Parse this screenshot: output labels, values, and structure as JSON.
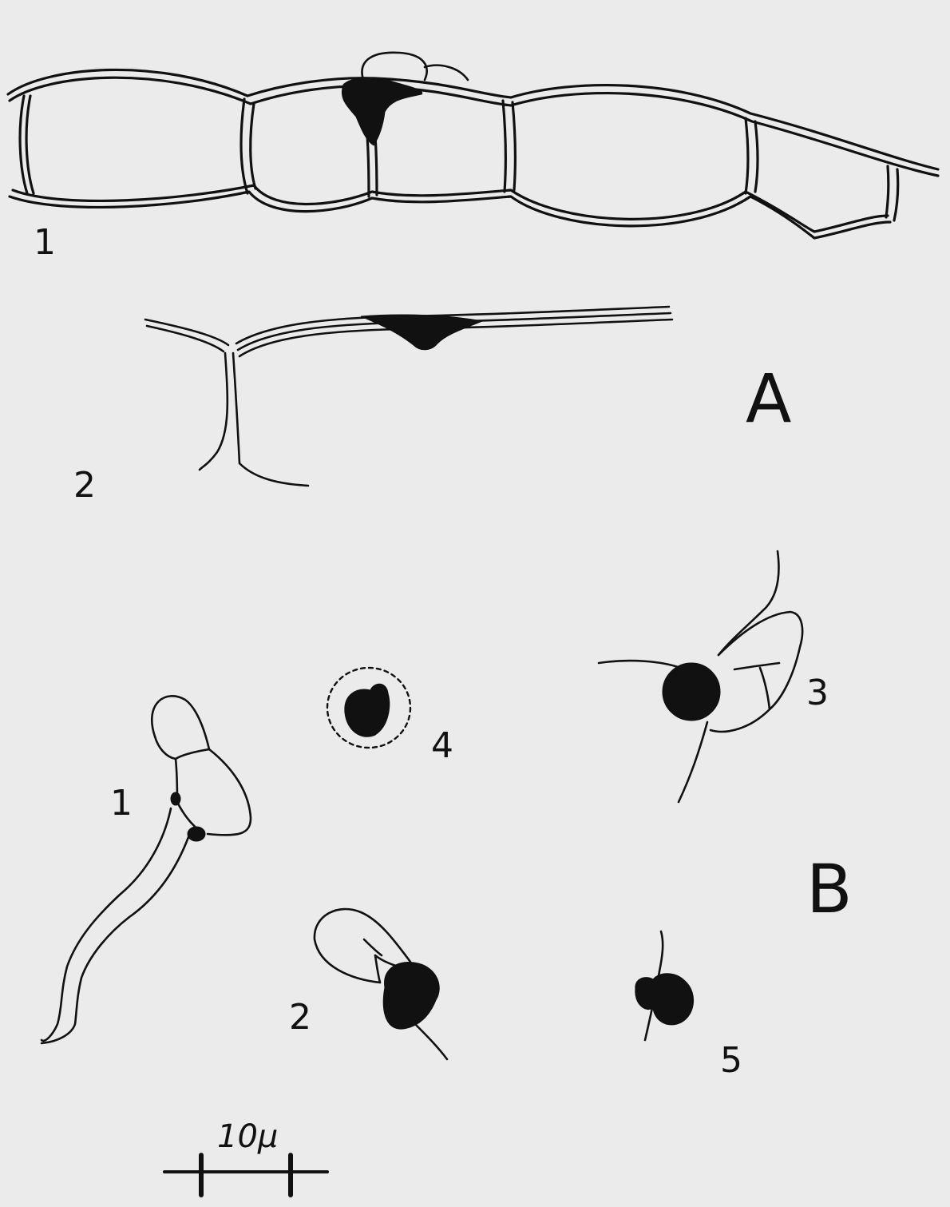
{
  "figure": {
    "panel_a": {
      "label": "A",
      "sub_labels": [
        "1",
        "2"
      ]
    },
    "panel_b": {
      "label": "B",
      "sub_labels": [
        "1",
        "2",
        "3",
        "4",
        "5"
      ]
    },
    "scale_bar": {
      "label": "10μ"
    }
  }
}
